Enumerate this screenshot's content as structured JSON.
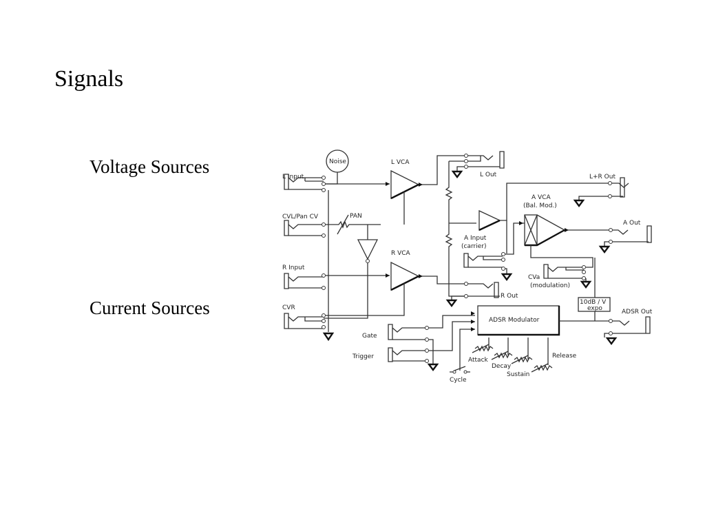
{
  "slide": {
    "title": "Signals",
    "bullets": [
      "Voltage Sources",
      "Current Sources"
    ]
  },
  "schematic": {
    "labels": {
      "noise": "Noise",
      "l_input": "L Input",
      "cvl_pan_cv": "CVL/Pan CV",
      "pan": "PAN",
      "r_input": "R Input",
      "cvr": "CVR",
      "l_vca": "L VCA",
      "r_vca": "R VCA",
      "l_out": "L Out",
      "r_out": "R Out",
      "lr_out": "L+R Out",
      "a_vca": "A VCA",
      "bal_mod": "(Bal. Mod.)",
      "a_input": "A Input",
      "carrier": "(carrier)",
      "a_out": "A Out",
      "cva": "CVa",
      "modulation": "(modulation)",
      "expo_line1": "10dB / V",
      "expo_line2": "expo",
      "adsr_out": "ADSR Out",
      "adsr_modulator": "ADSR Modulator",
      "gate": "Gate",
      "trigger": "Trigger",
      "cycle": "Cycle",
      "attack": "Attack",
      "decay": "Decay",
      "sustain": "Sustain",
      "release": "Release"
    }
  }
}
